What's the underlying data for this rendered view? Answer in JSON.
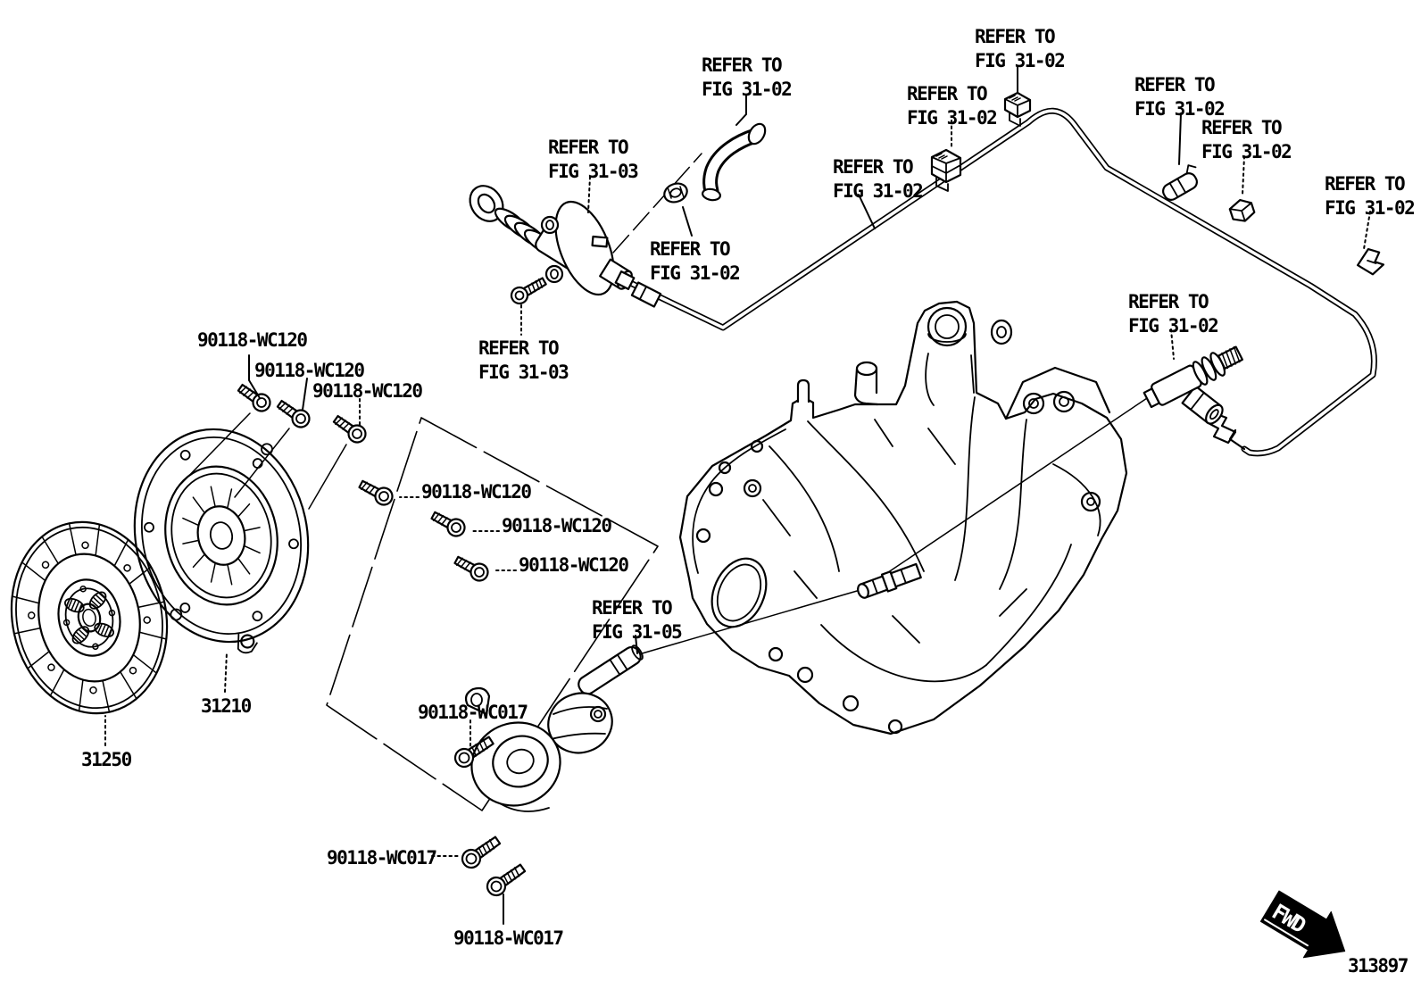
{
  "figure": {
    "id_number": "313897",
    "fwd_label": "FWD"
  },
  "callouts": {
    "refer_fig_31_02": "REFER TO\nFIG 31-02",
    "refer_fig_31_03": "REFER TO\nFIG 31-03",
    "refer_fig_31_05": "REFER TO\nFIG 31-05"
  },
  "parts": {
    "bolt_wc120": "90118-WC120",
    "bolt_wc017": "90118-WC017",
    "clutch_cover": "31210",
    "clutch_disc": "31250"
  },
  "colors": {
    "line": "#000000",
    "background": "#ffffff"
  }
}
